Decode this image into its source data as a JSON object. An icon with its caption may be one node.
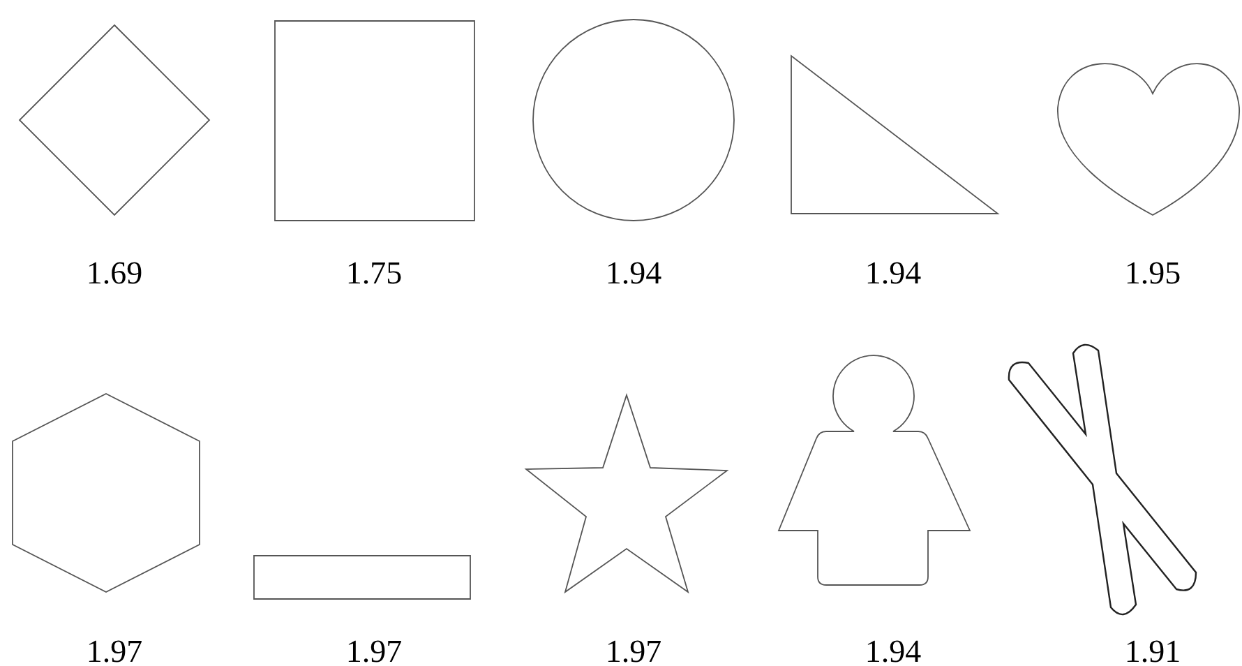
{
  "diagram": {
    "nodes": [
      {
        "text": [],
        "shape": "diamond",
        "beside": [
          "1.69"
        ]
      },
      {
        "text": [],
        "shape": "box",
        "beside": [
          "1.75"
        ]
      },
      {
        "text": [],
        "shape": "circle",
        "beside": [
          "1.94"
        ]
      },
      {
        "text": [],
        "shape": "triangle",
        "beside": [
          "1.94"
        ]
      },
      {
        "text": [],
        "shape": "heart",
        "beside": [
          "1.95"
        ]
      },
      {
        "text": [],
        "shape": "hexagon",
        "beside": [
          "1.97"
        ]
      },
      {
        "text": [],
        "shape": "bar",
        "beside": [
          "1.97"
        ]
      },
      {
        "text": [],
        "shape": "star",
        "beside": [
          "1.97"
        ]
      },
      {
        "text": [],
        "shape": "person",
        "beside": [
          "1.94"
        ]
      },
      {
        "text": [],
        "shape": "cross",
        "beside": [
          "1.91"
        ]
      }
    ]
  }
}
